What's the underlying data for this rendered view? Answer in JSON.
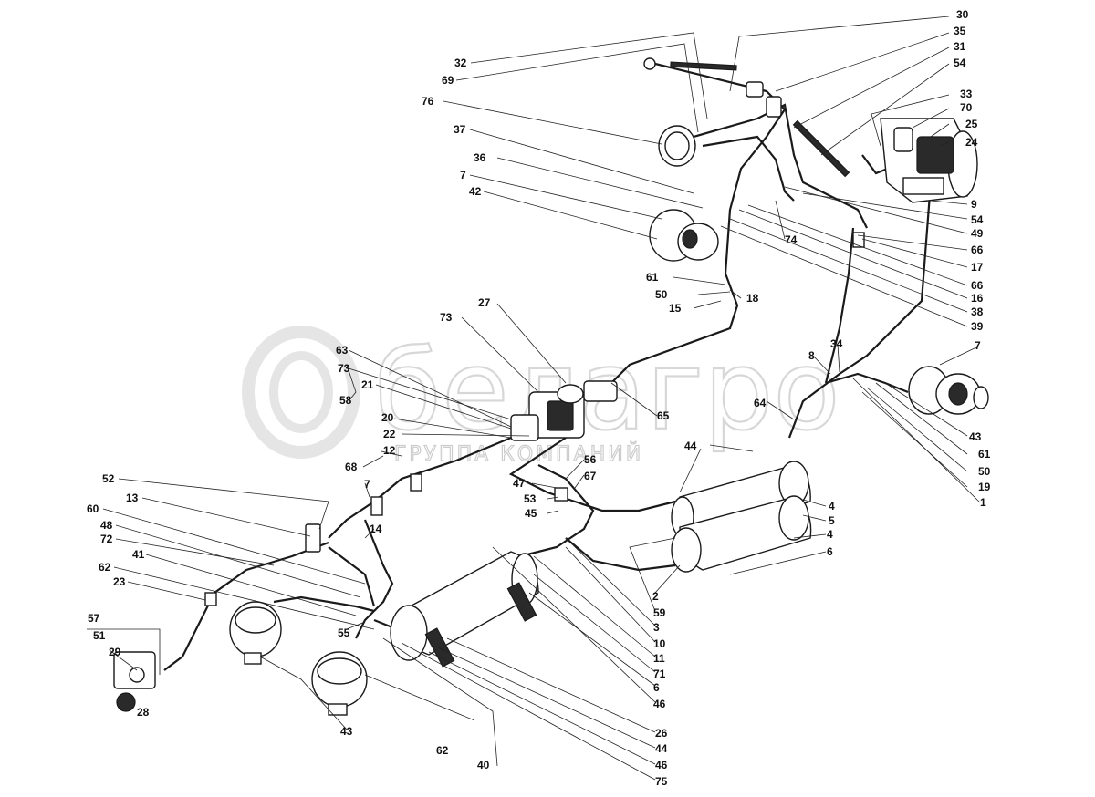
{
  "watermark": {
    "brand": "белагро",
    "tagline": "ГРУППА КОМПАНИЙ"
  },
  "callouts": [
    {
      "id": "c30",
      "text": "30"
    },
    {
      "id": "c35",
      "text": "35"
    },
    {
      "id": "c31",
      "text": "31"
    },
    {
      "id": "c54a",
      "text": "54"
    },
    {
      "id": "c32",
      "text": "32"
    },
    {
      "id": "c69",
      "text": "69"
    },
    {
      "id": "c76",
      "text": "76"
    },
    {
      "id": "c33",
      "text": "33"
    },
    {
      "id": "c70",
      "text": "70"
    },
    {
      "id": "c25",
      "text": "25"
    },
    {
      "id": "c24",
      "text": "24"
    },
    {
      "id": "c37",
      "text": "37"
    },
    {
      "id": "c36",
      "text": "36"
    },
    {
      "id": "c7a",
      "text": "7"
    },
    {
      "id": "c42",
      "text": "42"
    },
    {
      "id": "c9",
      "text": "9"
    },
    {
      "id": "c54b",
      "text": "54"
    },
    {
      "id": "c49",
      "text": "49"
    },
    {
      "id": "c66a",
      "text": "66"
    },
    {
      "id": "c74",
      "text": "74"
    },
    {
      "id": "c17",
      "text": "17"
    },
    {
      "id": "c66b",
      "text": "66"
    },
    {
      "id": "c16",
      "text": "16"
    },
    {
      "id": "c38",
      "text": "38"
    },
    {
      "id": "c39",
      "text": "39"
    },
    {
      "id": "c61a",
      "text": "61"
    },
    {
      "id": "c50a",
      "text": "50"
    },
    {
      "id": "c18",
      "text": "18"
    },
    {
      "id": "c15",
      "text": "15"
    },
    {
      "id": "c27",
      "text": "27"
    },
    {
      "id": "c73a",
      "text": "73"
    },
    {
      "id": "c63",
      "text": "63"
    },
    {
      "id": "c73b",
      "text": "73"
    },
    {
      "id": "c58",
      "text": "58"
    },
    {
      "id": "c21",
      "text": "21"
    },
    {
      "id": "c20",
      "text": "20"
    },
    {
      "id": "c22",
      "text": "22"
    },
    {
      "id": "c12",
      "text": "12"
    },
    {
      "id": "c68",
      "text": "68"
    },
    {
      "id": "c65",
      "text": "65"
    },
    {
      "id": "c8",
      "text": "8"
    },
    {
      "id": "c34",
      "text": "34"
    },
    {
      "id": "c7b",
      "text": "7"
    },
    {
      "id": "c64",
      "text": "64"
    },
    {
      "id": "c43a",
      "text": "43"
    },
    {
      "id": "c61b",
      "text": "61"
    },
    {
      "id": "c50b",
      "text": "50"
    },
    {
      "id": "c19",
      "text": "19"
    },
    {
      "id": "c1",
      "text": "1"
    },
    {
      "id": "c44a",
      "text": "44"
    },
    {
      "id": "c56",
      "text": "56"
    },
    {
      "id": "c67",
      "text": "67"
    },
    {
      "id": "c47",
      "text": "47"
    },
    {
      "id": "c53",
      "text": "53"
    },
    {
      "id": "c45",
      "text": "45"
    },
    {
      "id": "c4a",
      "text": "4"
    },
    {
      "id": "c5",
      "text": "5"
    },
    {
      "id": "c4b",
      "text": "4"
    },
    {
      "id": "c6a",
      "text": "6"
    },
    {
      "id": "c52",
      "text": "52"
    },
    {
      "id": "c13",
      "text": "13"
    },
    {
      "id": "c7c",
      "text": "7"
    },
    {
      "id": "c60",
      "text": "60"
    },
    {
      "id": "c14",
      "text": "14"
    },
    {
      "id": "c48",
      "text": "48"
    },
    {
      "id": "c72",
      "text": "72"
    },
    {
      "id": "c41",
      "text": "41"
    },
    {
      "id": "c62a",
      "text": "62"
    },
    {
      "id": "c23",
      "text": "23"
    },
    {
      "id": "c2",
      "text": "2"
    },
    {
      "id": "c59",
      "text": "59"
    },
    {
      "id": "c3",
      "text": "3"
    },
    {
      "id": "c10",
      "text": "10"
    },
    {
      "id": "c11",
      "text": "11"
    },
    {
      "id": "c71",
      "text": "71"
    },
    {
      "id": "c6b",
      "text": "6"
    },
    {
      "id": "c46a",
      "text": "46"
    },
    {
      "id": "c57",
      "text": "57"
    },
    {
      "id": "c51",
      "text": "51"
    },
    {
      "id": "c29",
      "text": "29"
    },
    {
      "id": "c55",
      "text": "55"
    },
    {
      "id": "c28",
      "text": "28"
    },
    {
      "id": "c43b",
      "text": "43"
    },
    {
      "id": "c26",
      "text": "26"
    },
    {
      "id": "c44b",
      "text": "44"
    },
    {
      "id": "c46b",
      "text": "46"
    },
    {
      "id": "c62b",
      "text": "62"
    },
    {
      "id": "c40",
      "text": "40"
    },
    {
      "id": "c75",
      "text": "75"
    }
  ]
}
